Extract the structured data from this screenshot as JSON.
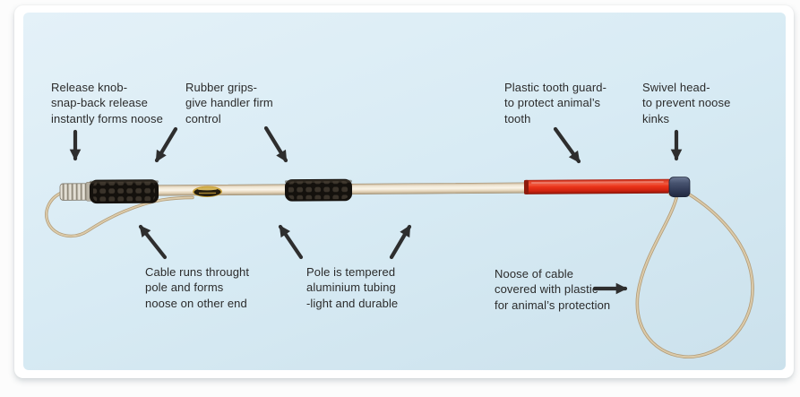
{
  "diagram": {
    "subject": "animal-control catch pole diagram",
    "labels": {
      "release_knob": "Release knob-\nsnap-back release\ninstantly forms noose",
      "rubber_grips": "Rubber grips-\ngive handler firm\ncontrol",
      "tooth_guard": "Plastic tooth guard-\nto protect animal’s\ntooth",
      "swivel_head": "Swivel head-\nto prevent noose\nkinks",
      "cable": "Cable runs throught\npole and forms\nnoose on other end",
      "pole": "Pole is tempered\naluminium tubing\n-light and durable",
      "noose": "Noose of cable\ncovered with plastic\nfor animal’s protection"
    },
    "colors": {
      "panel_background": "#d8ebf4",
      "card_background": "#ffffff",
      "text": "#2b2b2b",
      "arrow": "#2e2e2e",
      "pole_shaft": "#efe4cf",
      "rubber_grip": "#17130f",
      "release_knob": "#ccc7ba",
      "tooth_guard_red": "#e23318",
      "swivel_head_navy": "#39445f",
      "cable_tan": "#d4c09e",
      "brand_label_gold": "#c9a33c"
    }
  }
}
